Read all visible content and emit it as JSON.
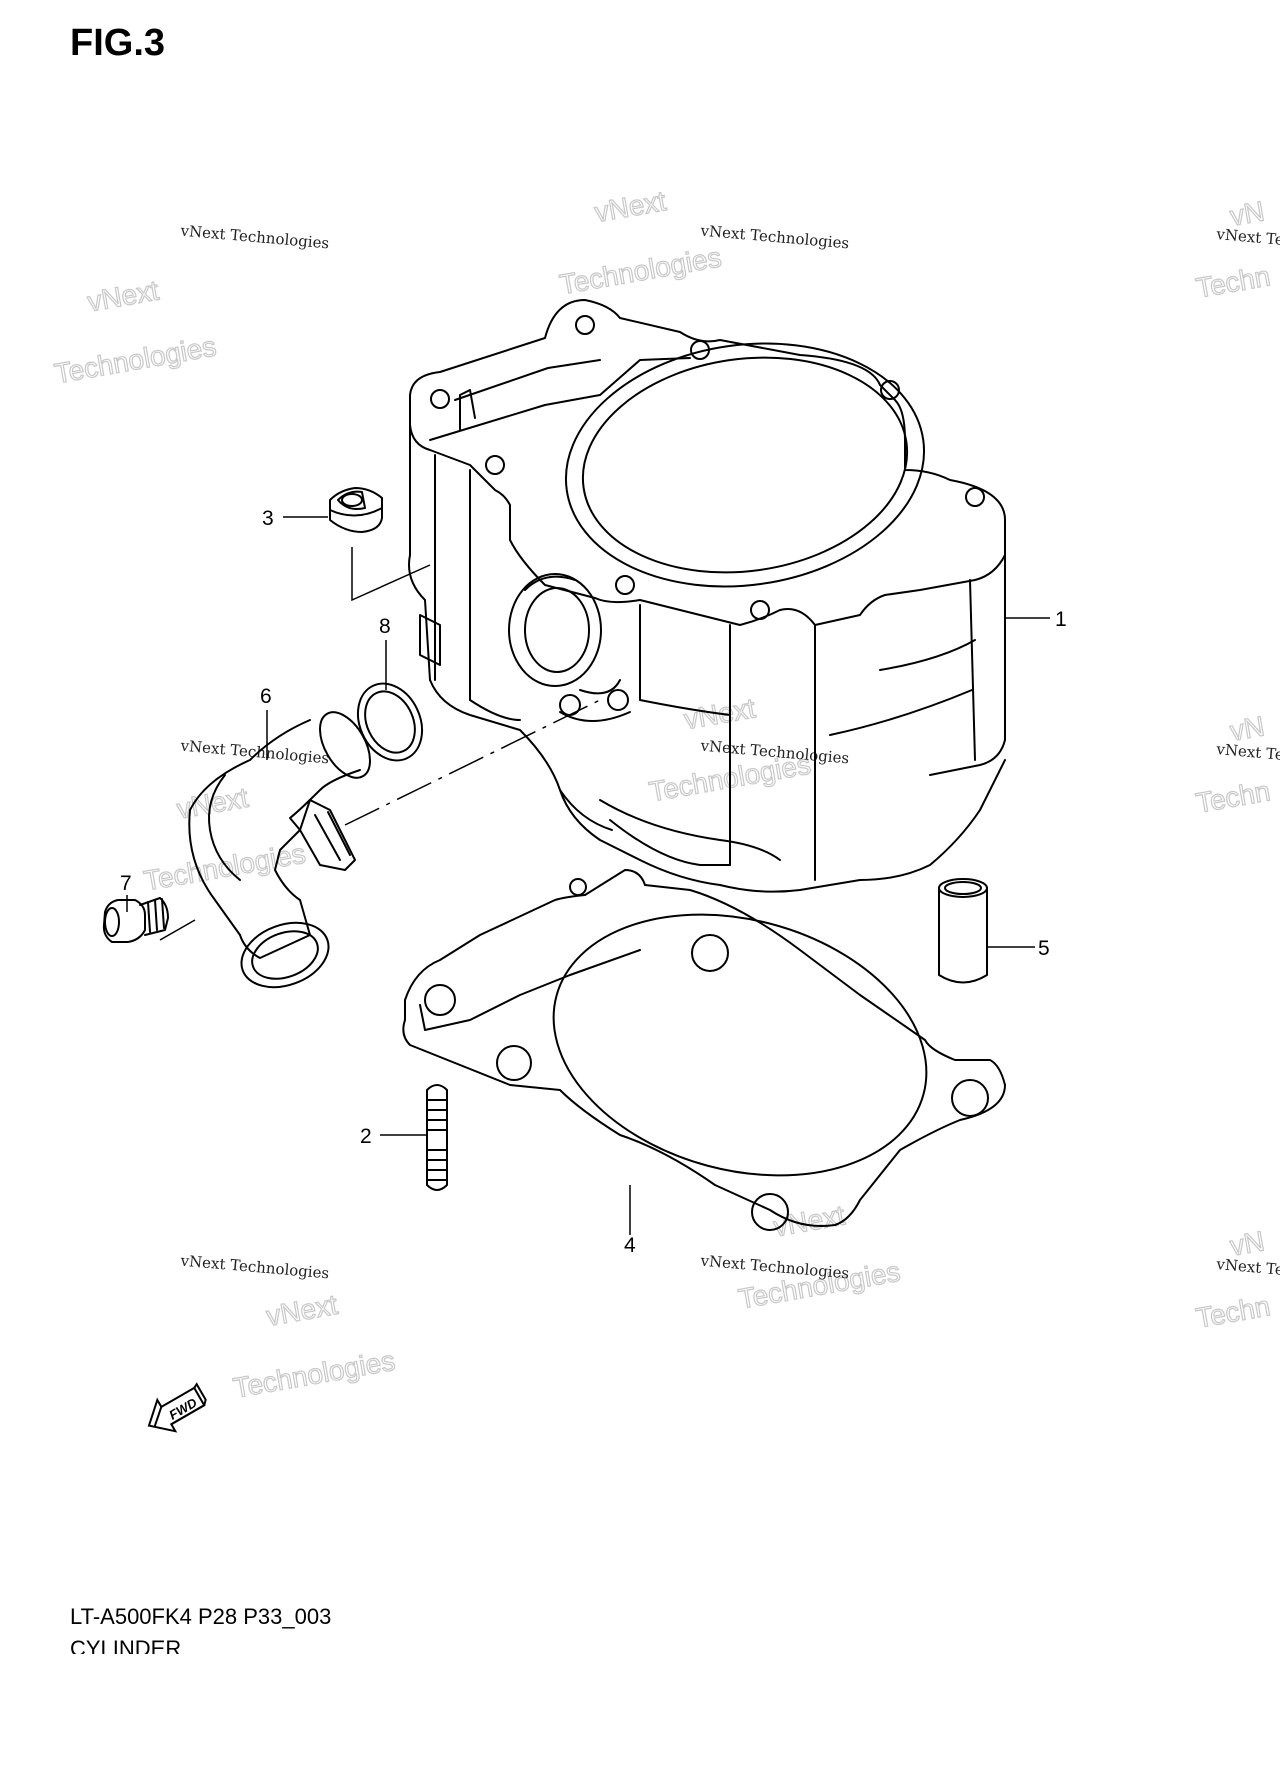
{
  "figure_title": "FIG.3",
  "footer": {
    "model_code": "LT-A500FK4 P28 P33_003",
    "section_name": "CYLINDER"
  },
  "fwd_label": "FWD",
  "watermark": {
    "line_big_1": "vNext",
    "line_big_2": "Technologies",
    "line_small": "vNext Technologies",
    "right_edge_big_1": "vN",
    "right_edge_big_2": "Techn",
    "right_edge_small": "vNext Te"
  },
  "callouts": [
    {
      "id": "1",
      "label": "1",
      "part": "cylinder"
    },
    {
      "id": "2",
      "label": "2",
      "part": "stud"
    },
    {
      "id": "3",
      "label": "3",
      "part": "nut"
    },
    {
      "id": "4",
      "label": "4",
      "part": "gasket"
    },
    {
      "id": "5",
      "label": "5",
      "part": "dowel-pin"
    },
    {
      "id": "6",
      "label": "6",
      "part": "water-inlet-pipe"
    },
    {
      "id": "7",
      "label": "7",
      "part": "bolt"
    },
    {
      "id": "8",
      "label": "8",
      "part": "o-ring"
    }
  ]
}
